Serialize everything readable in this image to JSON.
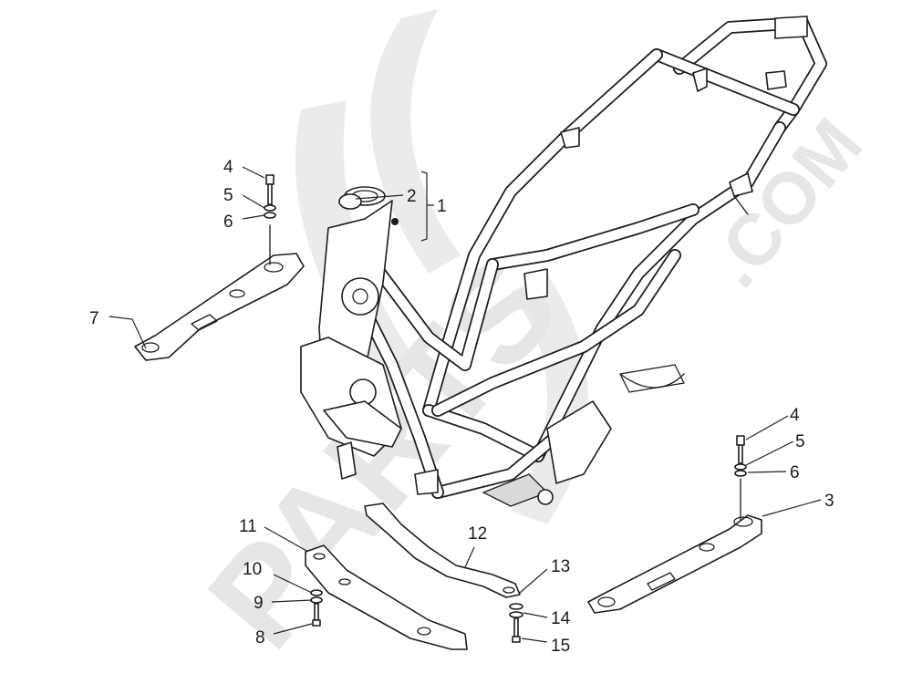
{
  "watermark": {
    "brand": "PARTS",
    "suffix": ".COM",
    "color": "#e6e6e6"
  },
  "callouts": [
    {
      "id": "c1",
      "label": "1"
    },
    {
      "id": "c2",
      "label": "2"
    },
    {
      "id": "c3",
      "label": "3"
    },
    {
      "id": "c4a",
      "label": "4"
    },
    {
      "id": "c5a",
      "label": "5"
    },
    {
      "id": "c6a",
      "label": "6"
    },
    {
      "id": "c7",
      "label": "7"
    },
    {
      "id": "c4b",
      "label": "4"
    },
    {
      "id": "c5b",
      "label": "5"
    },
    {
      "id": "c6b",
      "label": "6"
    },
    {
      "id": "c8",
      "label": "8"
    },
    {
      "id": "c9",
      "label": "9"
    },
    {
      "id": "c10",
      "label": "10"
    },
    {
      "id": "c11",
      "label": "11"
    },
    {
      "id": "c12",
      "label": "12"
    },
    {
      "id": "c13",
      "label": "13"
    },
    {
      "id": "c14",
      "label": "14"
    },
    {
      "id": "c15",
      "label": "15"
    }
  ]
}
